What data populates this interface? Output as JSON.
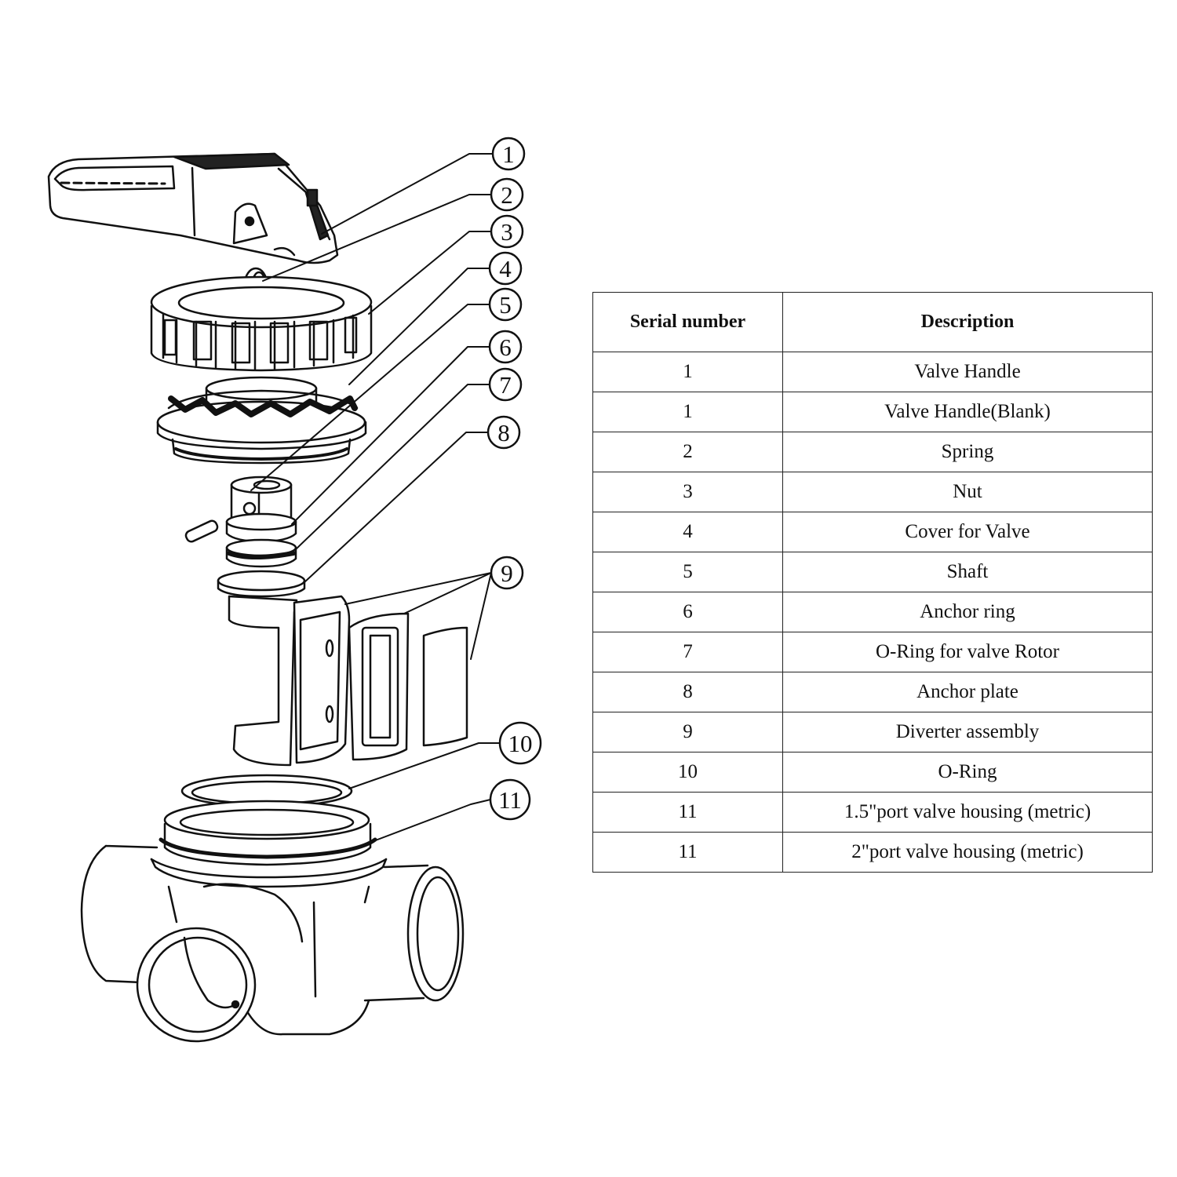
{
  "callouts": [
    "1",
    "2",
    "3",
    "4",
    "5",
    "6",
    "7",
    "8",
    "9",
    "10",
    "11"
  ],
  "table": {
    "headers": {
      "serial": "Serial number",
      "description": "Description"
    },
    "rows": [
      {
        "serial": "1",
        "description": "Valve Handle"
      },
      {
        "serial": "1",
        "description": "Valve Handle(Blank)"
      },
      {
        "serial": "2",
        "description": "Spring"
      },
      {
        "serial": "3",
        "description": "Nut"
      },
      {
        "serial": "4",
        "description": "Cover for Valve"
      },
      {
        "serial": "5",
        "description": "Shaft"
      },
      {
        "serial": "6",
        "description": "Anchor ring"
      },
      {
        "serial": "7",
        "description": "O-Ring for valve Rotor"
      },
      {
        "serial": "8",
        "description": "Anchor  plate"
      },
      {
        "serial": "9",
        "description": "Diverter assembly"
      },
      {
        "serial": "10",
        "description": "O-Ring"
      },
      {
        "serial": "11",
        "description": "1.5\"port valve housing (metric)"
      },
      {
        "serial": "11",
        "description": "2\"port valve housing (metric)"
      }
    ]
  }
}
